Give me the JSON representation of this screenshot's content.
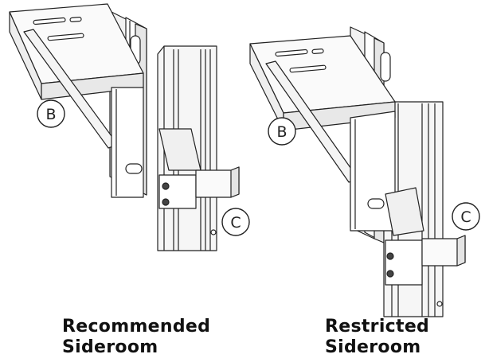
{
  "callouts": {
    "left_b": "B",
    "left_c": "C",
    "right_b": "B",
    "right_c": "C"
  },
  "captions": {
    "left": {
      "line1": "Recommended",
      "line2": "Sideroom"
    },
    "right": {
      "line1": "Restricted",
      "line2": "Sideroom"
    }
  }
}
